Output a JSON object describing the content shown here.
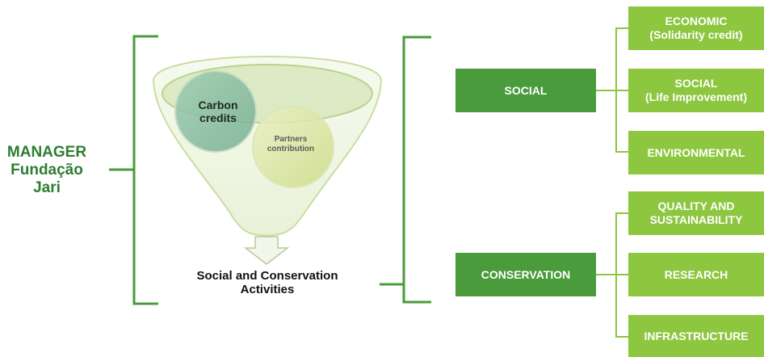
{
  "manager": {
    "line1": "MANAGER",
    "line2": "Fundação",
    "line3": "Jari"
  },
  "funnel": {
    "carbon_line1": "Carbon",
    "carbon_line2": "credits",
    "partners_line1": "Partners",
    "partners_line2": "contribution",
    "activities_line1": "Social and Conservation",
    "activities_line2": "Activities"
  },
  "categories": {
    "social": "SOCIAL",
    "conservation": "CONSERVATION"
  },
  "social_items": {
    "economic_line1": "ECONOMIC",
    "economic_line2": "(Solidarity credit)",
    "social_line1": "SOCIAL",
    "social_line2": "(Life Improvement)",
    "environmental": "ENVIRONMENTAL"
  },
  "conservation_items": {
    "quality_line1": "QUALITY AND",
    "quality_line2": "SUSTAINABILITY",
    "research": "RESEARCH",
    "infrastructure": "INFRASTRUCTURE"
  },
  "colors": {
    "bracket": "#4a9b3b",
    "dark_box": "#4a9b3b",
    "light_box": "#8dc63f",
    "manager_text": "#2e7d32",
    "funnel_fill": "#eef5df",
    "carbon_circle": "#7fb59a",
    "partners_circle": "#d6e49a"
  }
}
